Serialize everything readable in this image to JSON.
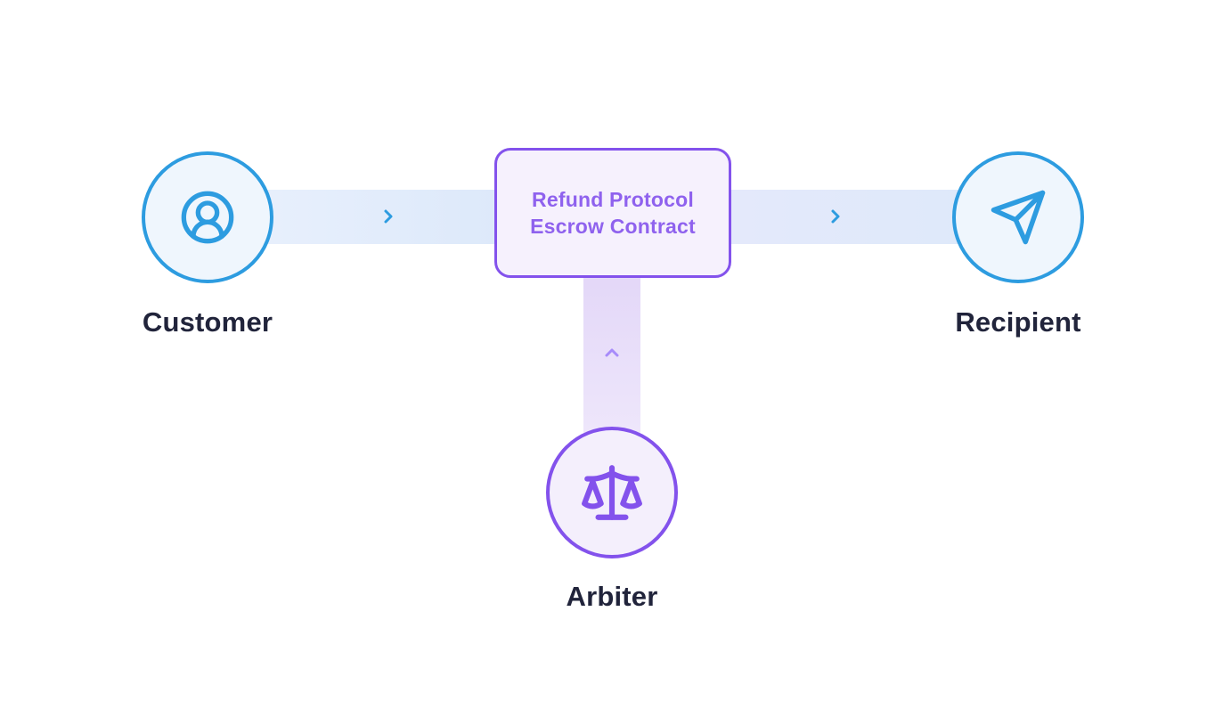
{
  "colors": {
    "background": "#ffffff",
    "blue_accent": "#2d9ce0",
    "blue_fill": "#eff6fd",
    "band_blue": "#dde9fa",
    "purple_border": "#8352ec",
    "purple_text": "#8f62ee",
    "purple_fill": "#f6f1fd",
    "purple_chevron": "#a78bfa",
    "label_color": "#21243b"
  },
  "nodes": {
    "customer": {
      "label": "Customer",
      "icon": "user-circle-icon"
    },
    "contract": {
      "label": "Refund Protocol\nEscrow Contract"
    },
    "recipient": {
      "label": "Recipient",
      "icon": "send-icon"
    },
    "arbiter": {
      "label": "Arbiter",
      "icon": "scales-icon"
    }
  },
  "connectors": {
    "customer_to_contract": {
      "direction": "right",
      "icon": "chevron-right-icon"
    },
    "contract_to_recipient": {
      "direction": "right",
      "icon": "chevron-right-icon"
    },
    "arbiter_to_contract": {
      "direction": "up",
      "icon": "chevron-up-icon"
    }
  }
}
